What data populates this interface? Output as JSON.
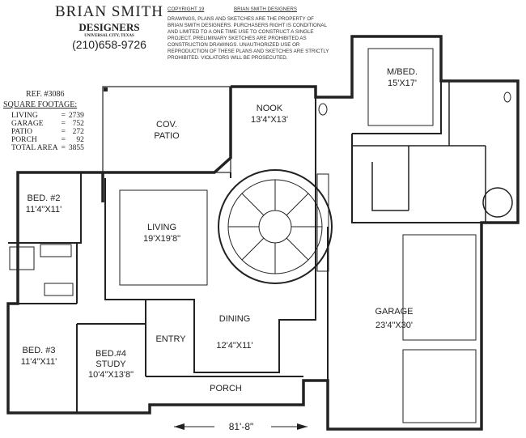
{
  "header": {
    "company_name": "BRIAN SMITH",
    "company_sub": "DESIGNERS",
    "city": "UNIVERSAL CITY, TEXAS",
    "phone": "(210)658-9726"
  },
  "copyright": {
    "label": "COPYRIGHT 19",
    "owner": "BRIAN SMITH DESIGNERS",
    "notice": "DRAWINGS, PLANS AND SKETCHES ARE THE PROPERTY OF BRIAN SMITH DESIGNERS. PURCHASERS RIGHT IS CONDITIONAL AND LIMITED TO A ONE TIME USE TO CONSTRUCT A SINGLE PROJECT. PRELIMINARY SKETCHES ARE PROHIBITED AS CONSTRUCTION DRAWINGS. UNAUTHORIZED USE OR REPRODUCTION OF THESE PLANS AND SKETCHES ARE STRICTLY PROHIBITED. VIOLATORS WILL BE PROSECUTED."
  },
  "footage": {
    "ref": "REF. #3086",
    "title": "SQUARE FOOTAGE:",
    "rows": [
      {
        "label": "LIVING",
        "value": "2739"
      },
      {
        "label": "GARAGE",
        "value": "752"
      },
      {
        "label": "PATIO",
        "value": "272"
      },
      {
        "label": "PORCH",
        "value": "92"
      },
      {
        "label": "TOTAL AREA",
        "value": "3855"
      }
    ]
  },
  "rooms": {
    "patio": {
      "name": "COV.",
      "name2": "PATIO"
    },
    "nook": {
      "name": "NOOK",
      "size": "13'4\"X13'"
    },
    "master": {
      "name": "M/BED.",
      "size": "15'X17'"
    },
    "bed2": {
      "name": "BED. #2",
      "size": "11'4\"X11'"
    },
    "living": {
      "name": "LIVING",
      "size": "19'X19'8\""
    },
    "bed3": {
      "name": "BED. #3",
      "size": "11'4\"X11'"
    },
    "bed4": {
      "name": "BED.#4",
      "name2": "STUDY",
      "size": "10'4\"X13'8\""
    },
    "entry": {
      "name": "ENTRY"
    },
    "dining": {
      "name": "DINING",
      "size": "12'4\"X11'"
    },
    "porch": {
      "name": "PORCH"
    },
    "garage": {
      "name": "GARAGE",
      "size": "23'4\"X30'"
    }
  },
  "dimension": {
    "width": "81'-8\""
  }
}
